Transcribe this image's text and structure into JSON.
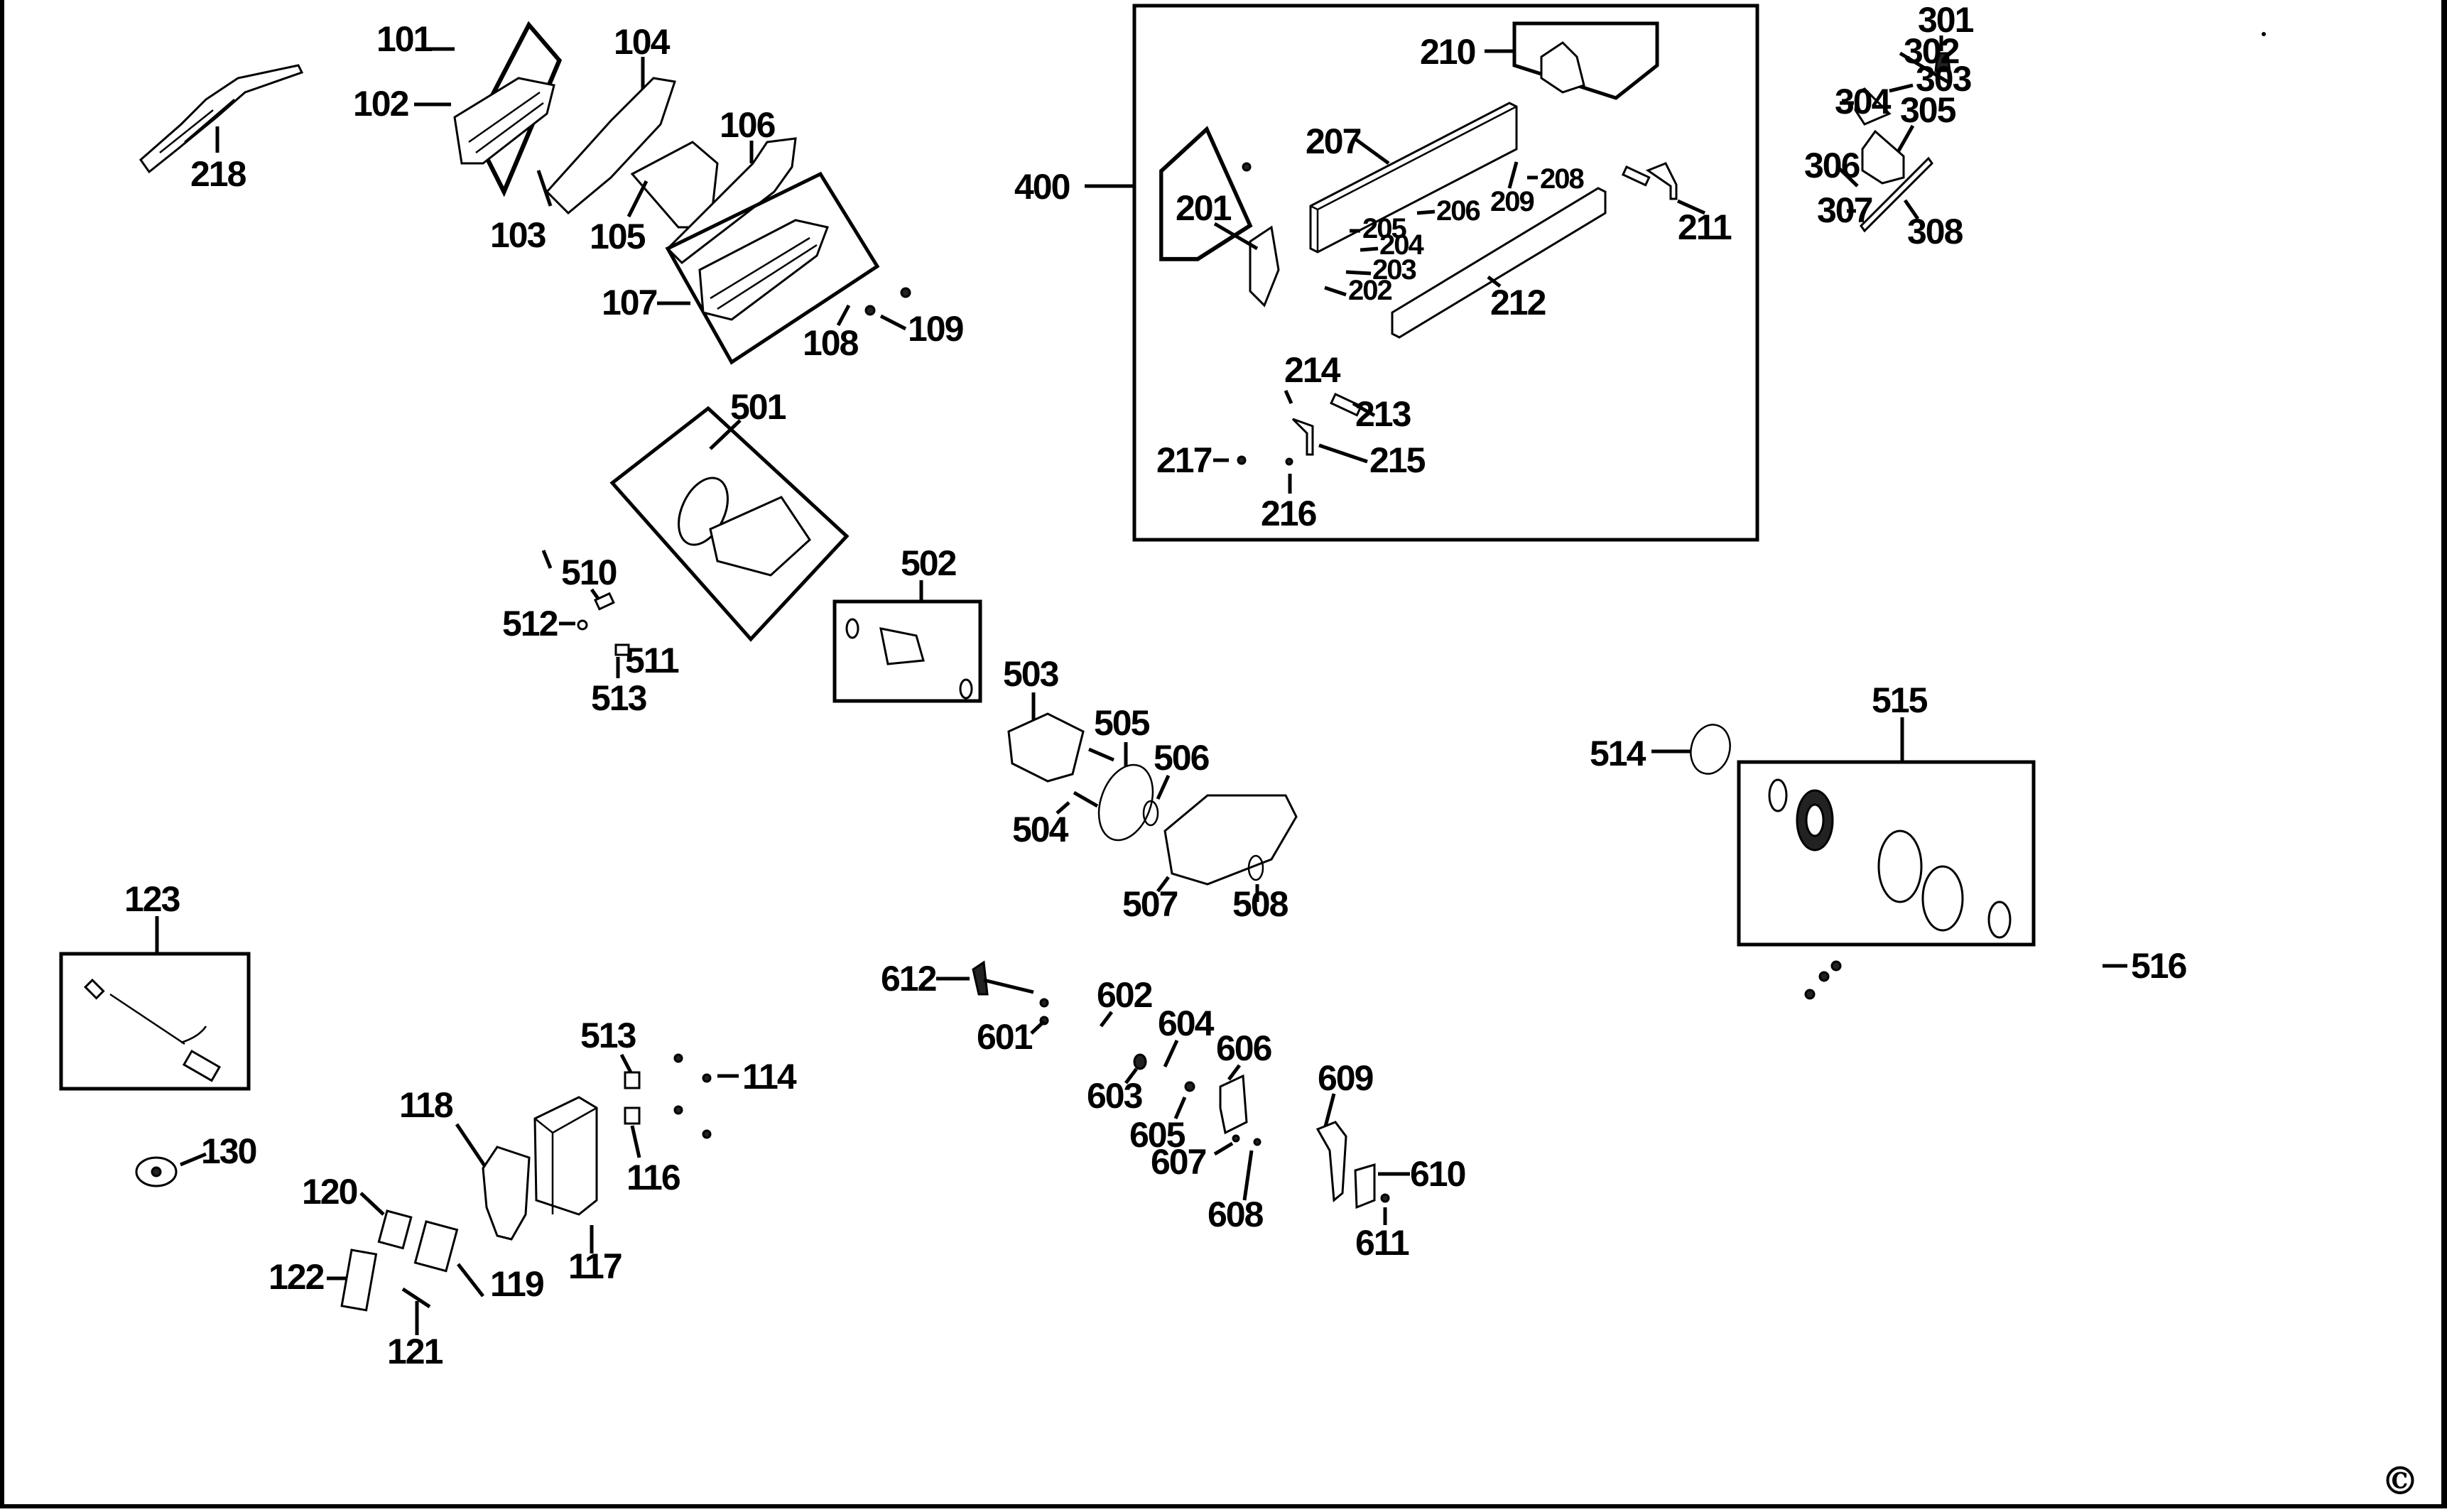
{
  "diagram": {
    "type": "exploded-parts-diagram",
    "copyright_symbol": "©",
    "groups": [
      {
        "id": "400",
        "label": "400",
        "contains": [
          "201",
          "202",
          "203",
          "204",
          "205",
          "206",
          "207",
          "208",
          "209",
          "210",
          "211",
          "212",
          "213",
          "214",
          "215",
          "216",
          "217"
        ]
      },
      {
        "id": "123",
        "label": "123"
      },
      {
        "id": "501",
        "label": "501"
      },
      {
        "id": "502",
        "label": "502"
      },
      {
        "id": "515",
        "label": "515"
      }
    ],
    "callouts": {
      "c101": "101",
      "c102": "102",
      "c103": "103",
      "c104": "104",
      "c105": "105",
      "c106": "106",
      "c107": "107",
      "c108": "108",
      "c109": "109",
      "c114": "114",
      "c116": "116",
      "c117": "117",
      "c118": "118",
      "c119": "119",
      "c120": "120",
      "c121": "121",
      "c122": "122",
      "c123": "123",
      "c130": "130",
      "c201": "201",
      "c202": "202",
      "c203": "203",
      "c204": "204",
      "c205": "205",
      "c206": "206",
      "c207": "207",
      "c208": "208",
      "c209": "209",
      "c210": "210",
      "c211": "211",
      "c212": "212",
      "c213": "213",
      "c214": "214",
      "c215": "215",
      "c216": "216",
      "c217": "217",
      "c218": "218",
      "c301": "301",
      "c302": "302",
      "c303": "303",
      "c304": "304",
      "c305": "305",
      "c306": "306",
      "c307": "307",
      "c308": "308",
      "c400": "400",
      "c501": "501",
      "c502": "502",
      "c503": "503",
      "c504": "504",
      "c505": "505",
      "c506": "506",
      "c507": "507",
      "c508": "508",
      "c510": "510",
      "c511": "511",
      "c512": "512",
      "c513a": "513",
      "c513b": "513",
      "c514": "514",
      "c515": "515",
      "c516": "516",
      "c601": "601",
      "c602": "602",
      "c603": "603",
      "c604": "604",
      "c605": "605",
      "c606": "606",
      "c607": "607",
      "c608": "608",
      "c609": "609",
      "c610": "610",
      "c611": "611",
      "c612": "612"
    }
  }
}
